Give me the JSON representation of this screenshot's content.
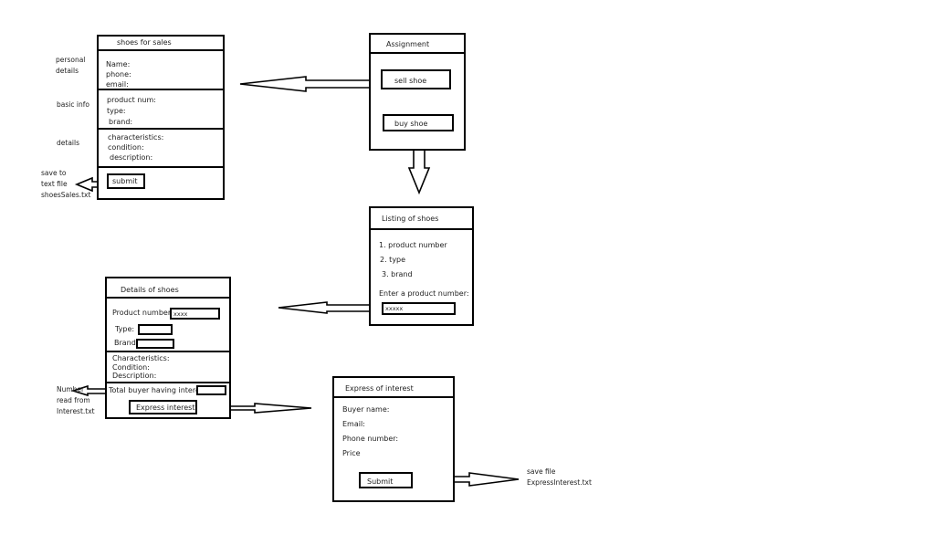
{
  "shoes_for_sales": {
    "title": "shoes for sales",
    "personal_fields": [
      "Name:",
      "phone:",
      "email:"
    ],
    "basic_fields": [
      "product num:",
      "type:",
      "brand:"
    ],
    "detail_fields": [
      "characteristics:",
      "condition:",
      "description:"
    ],
    "submit_label": "submit",
    "side_personal": [
      "personal",
      "details"
    ],
    "side_basic": "basic info",
    "side_details": "details",
    "side_save": [
      "save to",
      "text file",
      "shoesSales.txt"
    ]
  },
  "assignment": {
    "title": "Assignment",
    "sell_label": "sell shoe",
    "buy_label": "buy shoe"
  },
  "listing": {
    "title": "Listing of shoes",
    "items": [
      "1. product number",
      "2. type",
      "3. brand"
    ],
    "prompt": "Enter a product number:",
    "input_value": "xxxxx"
  },
  "details": {
    "title": "Details of shoes",
    "product_label": "Product number:",
    "product_value": "xxxx",
    "type_label": "Type:",
    "brand_label": "Brand:",
    "characteristics_label": "Characteristics:",
    "condition_label": "Condition:",
    "description_label": "Description:",
    "total_label": "Total buyer having interest:",
    "express_label": "Express interest",
    "side_number": [
      "Number",
      "read from",
      "Interest.txt"
    ]
  },
  "express": {
    "title": "Express of interest",
    "fields": [
      "Buyer name:",
      "Email:",
      "Phone number:",
      "Price"
    ],
    "submit_label": "Submit",
    "side_save": [
      "save file",
      "ExpressInterest.txt"
    ]
  }
}
